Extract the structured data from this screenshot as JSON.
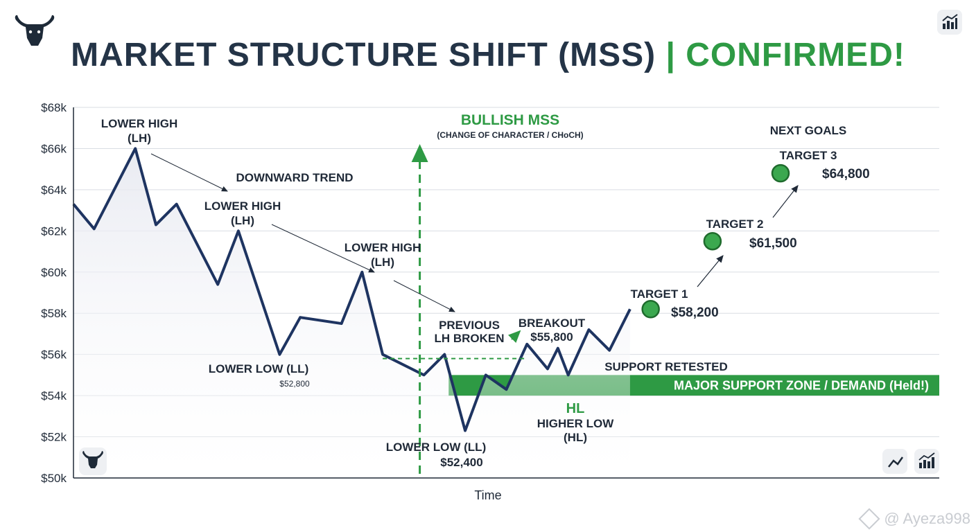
{
  "title": {
    "main": "MARKET STRUCTURE SHIFT (MSS)",
    "confirm": "| CONFIRMED!"
  },
  "icons": {
    "top_left": "bull-logo-icon",
    "top_right": "bar-chart-icon",
    "bottom_left": "bull-logo-icon",
    "bottom_right_1": "line-chart-icon",
    "bottom_right_2": "bar-chart-icon"
  },
  "watermark": "@ Ayeza998",
  "chart_data": {
    "type": "line",
    "xlabel": "Time",
    "ylabel": "",
    "ylim": [
      50000,
      68000
    ],
    "y_ticks": [
      "$50k",
      "$52k",
      "$54k",
      "$56k",
      "$58k",
      "$60k",
      "$62k",
      "$64k",
      "$66k",
      "$68k"
    ],
    "grid": true,
    "colors": {
      "line": "#1e3461",
      "green": "#2e9a44",
      "text": "#1f2937",
      "area": "#eef0f5"
    },
    "series": [
      {
        "x": [
          0,
          1,
          3,
          4,
          5,
          7,
          8,
          10,
          11,
          13,
          14,
          15,
          17,
          18,
          19,
          20,
          21,
          22,
          23,
          23.5,
          24,
          25,
          26,
          27,
          28,
          29,
          30,
          31
        ],
        "values": [
          63300,
          62100,
          66000,
          62300,
          63300,
          59400,
          62000,
          56000,
          57800,
          57500,
          60000,
          56000,
          55000,
          56000,
          52300,
          55000,
          54300,
          56500,
          55300,
          56300,
          55000,
          57200,
          56200,
          58200,
          null,
          null,
          null,
          null
        ]
      }
    ],
    "support_zone": {
      "low": 54000,
      "high": 55000,
      "label": "MAJOR SUPPORT ZONE / DEMAND (Held!)"
    },
    "breakout_level": 55800,
    "annotations": {
      "lh1": {
        "line1": "LOWER HIGH",
        "line2": "(LH)"
      },
      "lh2": {
        "line1": "LOWER HIGH",
        "line2": "(LH)"
      },
      "lh3": {
        "line1": "LOWER HIGH",
        "line2": "(LH)"
      },
      "downtrend": "DOWNWARD TREND",
      "ll1": {
        "line1": "LOWER LOW (LL)",
        "value": "$52,800"
      },
      "ll2": {
        "line1": "LOWER LOW (LL)",
        "value": "$52,400"
      },
      "prev_lh": {
        "line1": "PREVIOUS",
        "line2": "LH BROKEN"
      },
      "breakout": {
        "line1": "BREAKOUT",
        "line2": "$55,800"
      },
      "mss": {
        "title": "BULLISH MSS",
        "subtitle": "(CHANGE OF CHARACTER / CHoCH)"
      },
      "support_retested": "SUPPORT RETESTED",
      "hl": {
        "short": "HL",
        "line1": "HIGHER LOW",
        "line2": "(HL)"
      },
      "next_goals": "NEXT GOALS",
      "targets": [
        {
          "label": "TARGET 1",
          "price": "$58,200",
          "value": 58200
        },
        {
          "label": "TARGET 2",
          "price": "$61,500",
          "value": 61500
        },
        {
          "label": "TARGET 3",
          "price": "$64,800",
          "value": 64800
        }
      ]
    }
  }
}
